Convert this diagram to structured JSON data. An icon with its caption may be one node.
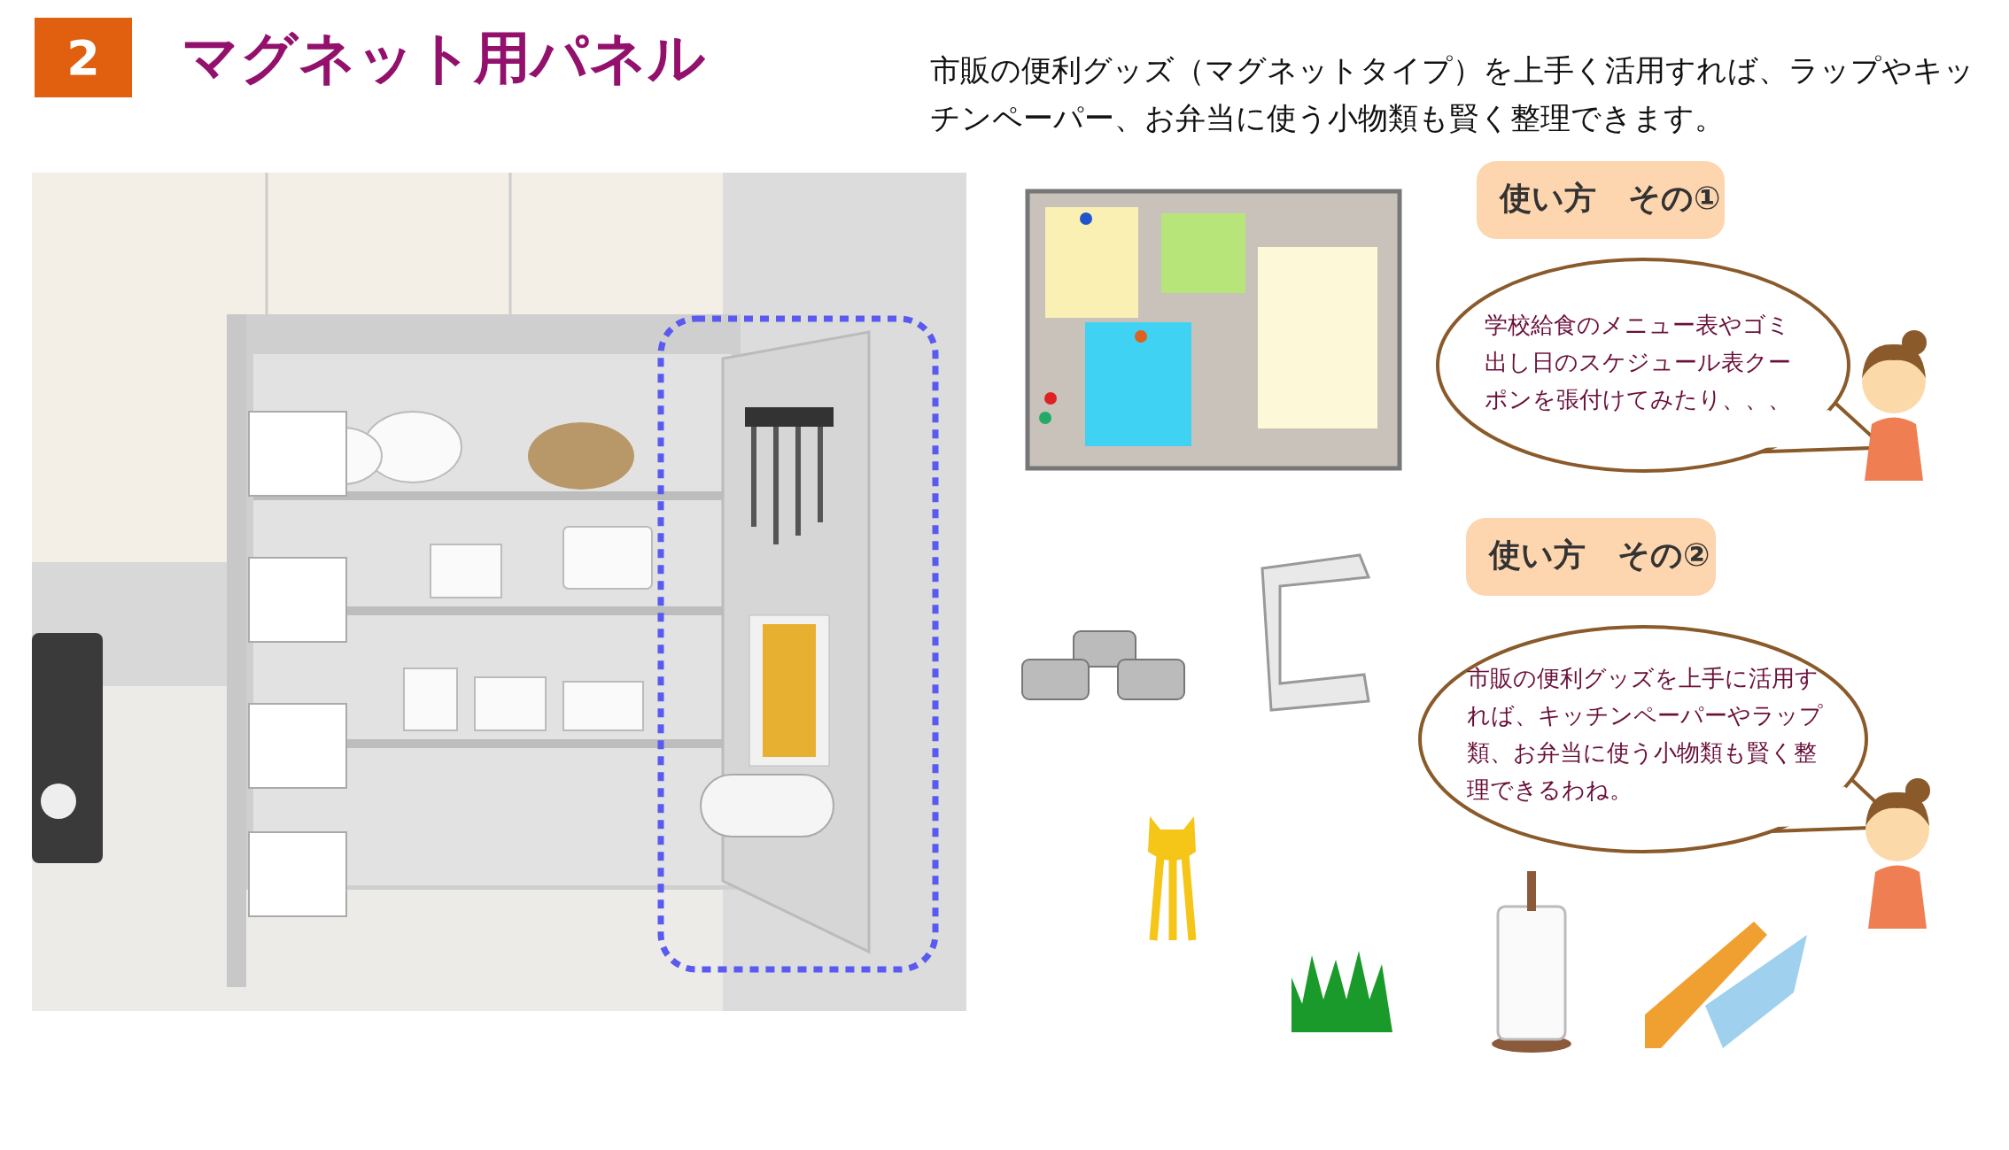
{
  "diagram": {
    "title": "マグネット用パネル",
    "nodes": [
      {
        "text": [
          "2"
        ]
      },
      {
        "text": [
          "使い方　その①"
        ]
      },
      {
        "text": [
          "学校給食のメニュー表やゴミ出し日のスケジュール表クーポンを張付けてみたり、、、"
        ]
      },
      {
        "text": [
          "使い方　その②"
        ]
      },
      {
        "text": [
          "市販の便利グッズを上手に活用すれば、キッチンペーパーやラップ類、お弁当に使う小物類も賢く整理できるわね。"
        ]
      }
    ],
    "labels": [
      "市販の便利グッズ（マグネットタイプ）を上手く活用すれば、ラップやキッチンペーパー、お弁当に使う小物類も賢く整理できます。"
    ]
  }
}
